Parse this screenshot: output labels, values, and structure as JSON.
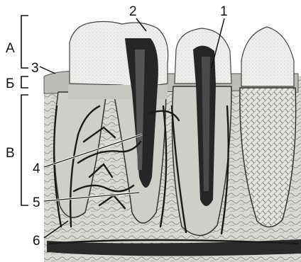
{
  "labels": {
    "A": "А",
    "B": "Б",
    "V": "В",
    "n1": "1",
    "n2": "2",
    "n3": "3",
    "n4": "4",
    "n5": "5",
    "n6": "6"
  },
  "colors": {
    "enamel": "#f4f4f2",
    "dentin": "#c9c9c4",
    "pulp": "#2b2b2b",
    "gum": "#b9b9b4",
    "bone": "#d7d7d2",
    "vessel": "#1a1a1a",
    "line": "#111111"
  }
}
